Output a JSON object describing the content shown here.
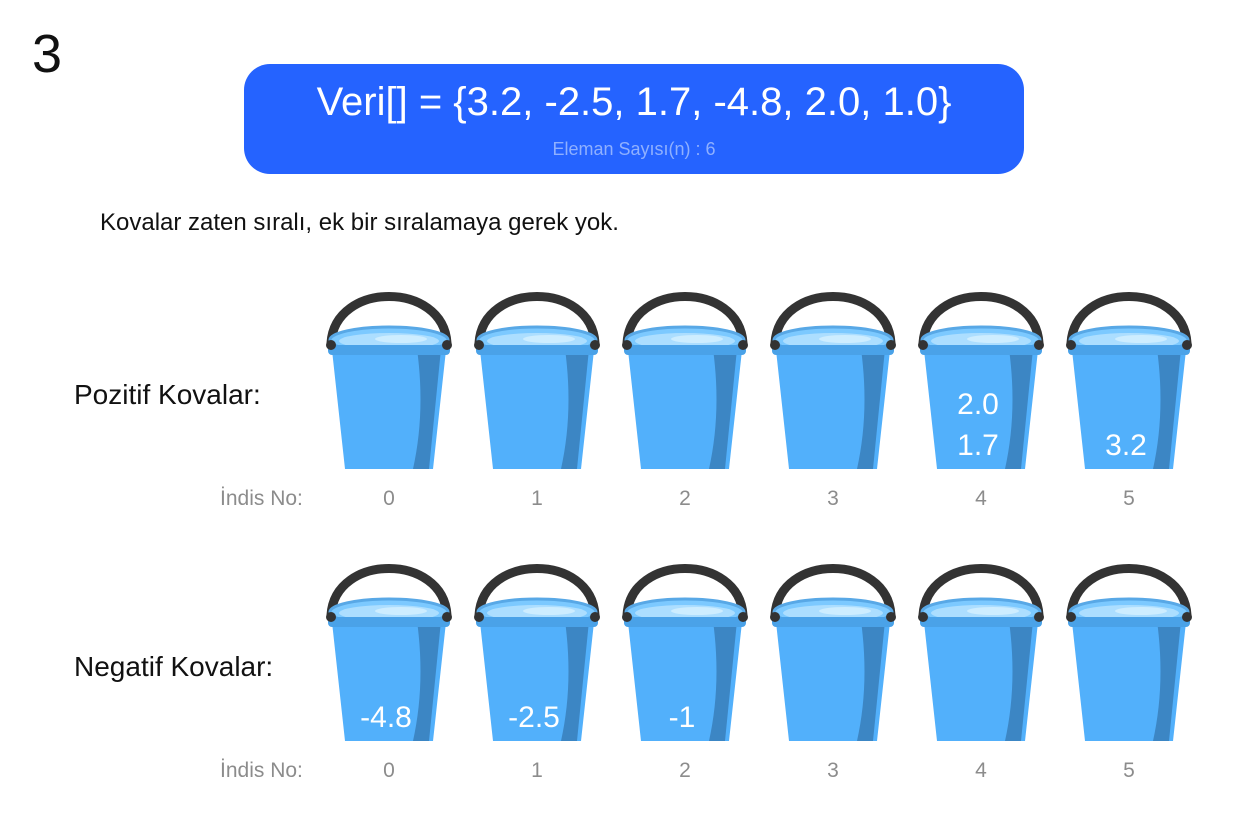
{
  "step_number": "3",
  "header": {
    "data_title": "Veri[] = {3.2, -2.5, 1.7, -4.8, 2.0, 1.0}",
    "element_count": "Eleman Sayısı(n) : 6",
    "box_color": "#2563ff"
  },
  "note": "Kovalar zaten sıralı, ek bir sıralamaya gerek yok.",
  "positive_row": {
    "label": "Pozitif Kovalar:",
    "index_label": "İndis No:",
    "buckets": [
      {
        "index": "0",
        "values": []
      },
      {
        "index": "1",
        "values": []
      },
      {
        "index": "2",
        "values": []
      },
      {
        "index": "3",
        "values": []
      },
      {
        "index": "4",
        "values": [
          "2.0",
          "1.7"
        ]
      },
      {
        "index": "5",
        "values": [
          "3.2"
        ]
      }
    ]
  },
  "negative_row": {
    "label": "Negatif Kovalar:",
    "index_label": "İndis No:",
    "buckets": [
      {
        "index": "0",
        "values": [
          "-4.8"
        ]
      },
      {
        "index": "1",
        "values": [
          "-2.5"
        ]
      },
      {
        "index": "2",
        "values": [
          "-1"
        ]
      },
      {
        "index": "3",
        "values": []
      },
      {
        "index": "4",
        "values": []
      },
      {
        "index": "5",
        "values": []
      }
    ]
  },
  "colors": {
    "bucket_body": "#52b0fb",
    "bucket_shadow": "#3c86c4",
    "bucket_rim": "#7cc9ff",
    "bucket_water": "#acdeff",
    "handle": "#333333"
  },
  "icons": {
    "bucket": "bucket-icon"
  }
}
